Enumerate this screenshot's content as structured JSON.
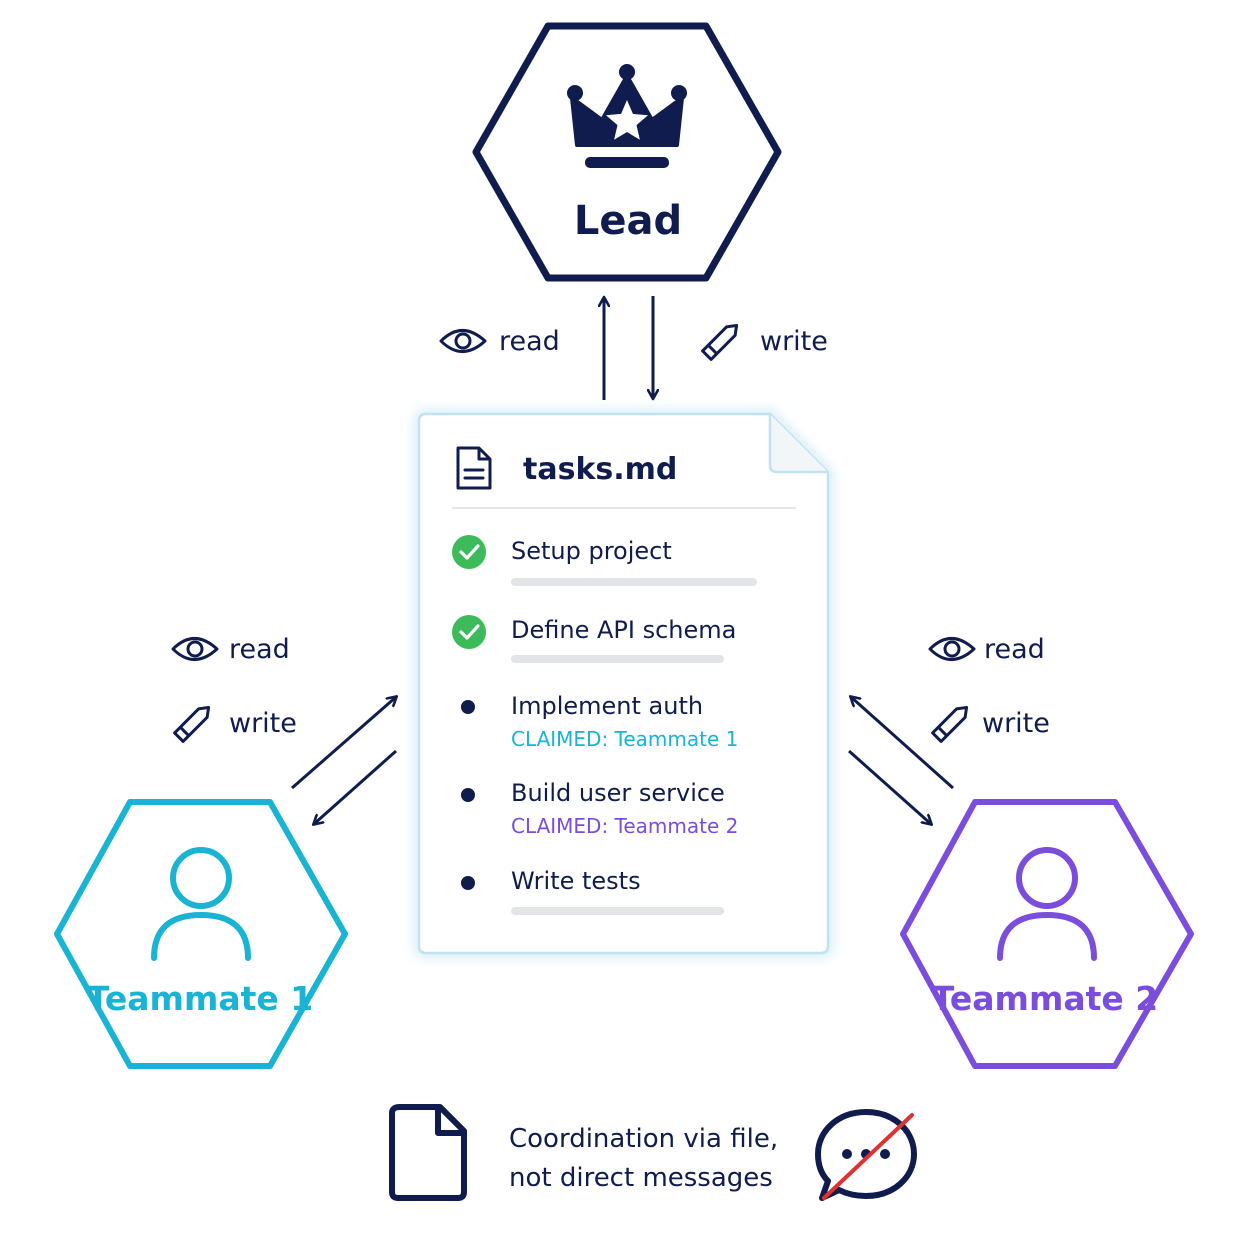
{
  "lead": {
    "label": "Lead"
  },
  "lead_links": {
    "read": "read",
    "write": "write"
  },
  "teammate1": {
    "label": "Teammate 1",
    "color": "#19b3d4",
    "read": "read",
    "write": "write"
  },
  "teammate2": {
    "label": "Teammate 2",
    "color": "#7b4ddd",
    "read": "read",
    "write": "write"
  },
  "file": {
    "name": "tasks.md",
    "tasks": [
      {
        "label": "Setup project",
        "status": "done"
      },
      {
        "label": "Define API schema",
        "status": "done"
      },
      {
        "label": "Implement auth",
        "status": "claimed",
        "claim": "CLAIMED: Teammate 1"
      },
      {
        "label": "Build user service",
        "status": "claimed",
        "claim": "CLAIMED: Teammate 2"
      },
      {
        "label": "Write tests",
        "status": "open"
      }
    ]
  },
  "footer": {
    "line1": "Coordination via file,",
    "line2": "not direct messages"
  },
  "colors": {
    "navy": "#0f1c4d",
    "check_green": "#3dbb5a",
    "bar_gray": "#e3e4e8",
    "doc_border": "#bfe3f2"
  }
}
